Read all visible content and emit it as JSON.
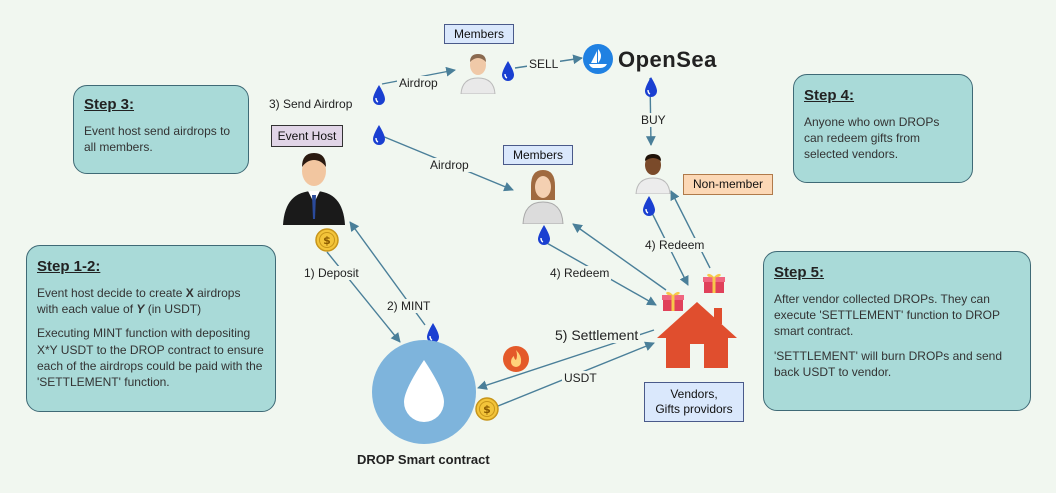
{
  "steps": {
    "step3": {
      "title": "Step 3:",
      "body": [
        "Event host send airdrops to all members."
      ]
    },
    "step4": {
      "title": "Step 4:",
      "body": [
        "Anyone who own DROPs can redeem gifts from selected vendors."
      ]
    },
    "step12": {
      "title": "Step 1-2:",
      "body1_pre": "Event host decide to create ",
      "body1_x": "X",
      "body1_mid": " airdrops with each value of ",
      "body1_y": "Y",
      "body1_post": " (in USDT)",
      "body2": "Executing MINT function with depositing X*Y USDT to the DROP contract to ensure each of the airdrops could be paid with the 'SETTLEMENT' function."
    },
    "step5": {
      "title": "Step 5:",
      "body1": "After vendor collected DROPs. They can execute 'SETTLEMENT' function to DROP smart contract.",
      "body2": "'SETTLEMENT' will burn DROPs and send back USDT to vendor."
    }
  },
  "tags": {
    "members_top": "Members",
    "members_mid": "Members",
    "event_host": "Event Host",
    "non_member": "Non-member",
    "vendors_line1": "Vendors,",
    "vendors_line2": "Gifts providors"
  },
  "labels": {
    "sell": "SELL",
    "airdrop_top": "Airdrop",
    "send_airdrop": "3) Send Airdrop",
    "airdrop_mid": "Airdrop",
    "buy": "BUY",
    "redeem_right": "4) Redeem",
    "redeem_mid": "4) Redeem",
    "deposit": "1) Deposit",
    "mint": "2) MINT",
    "settlement": "5) Settlement",
    "usdt": "USDT",
    "contract": "DROP Smart contract",
    "opensea": "OpenSea"
  },
  "colors": {
    "step_fill": "#a9dad8",
    "arrow": "#4a7f99",
    "drop": "#1a3fd1",
    "contract": "#7eb4dc",
    "house": "#e04e2e",
    "opensea": "#2081e2",
    "non_member_fill": "#fcd8b6",
    "members_fill": "#dae8fc",
    "event_host_fill": "#e1d5e7"
  }
}
